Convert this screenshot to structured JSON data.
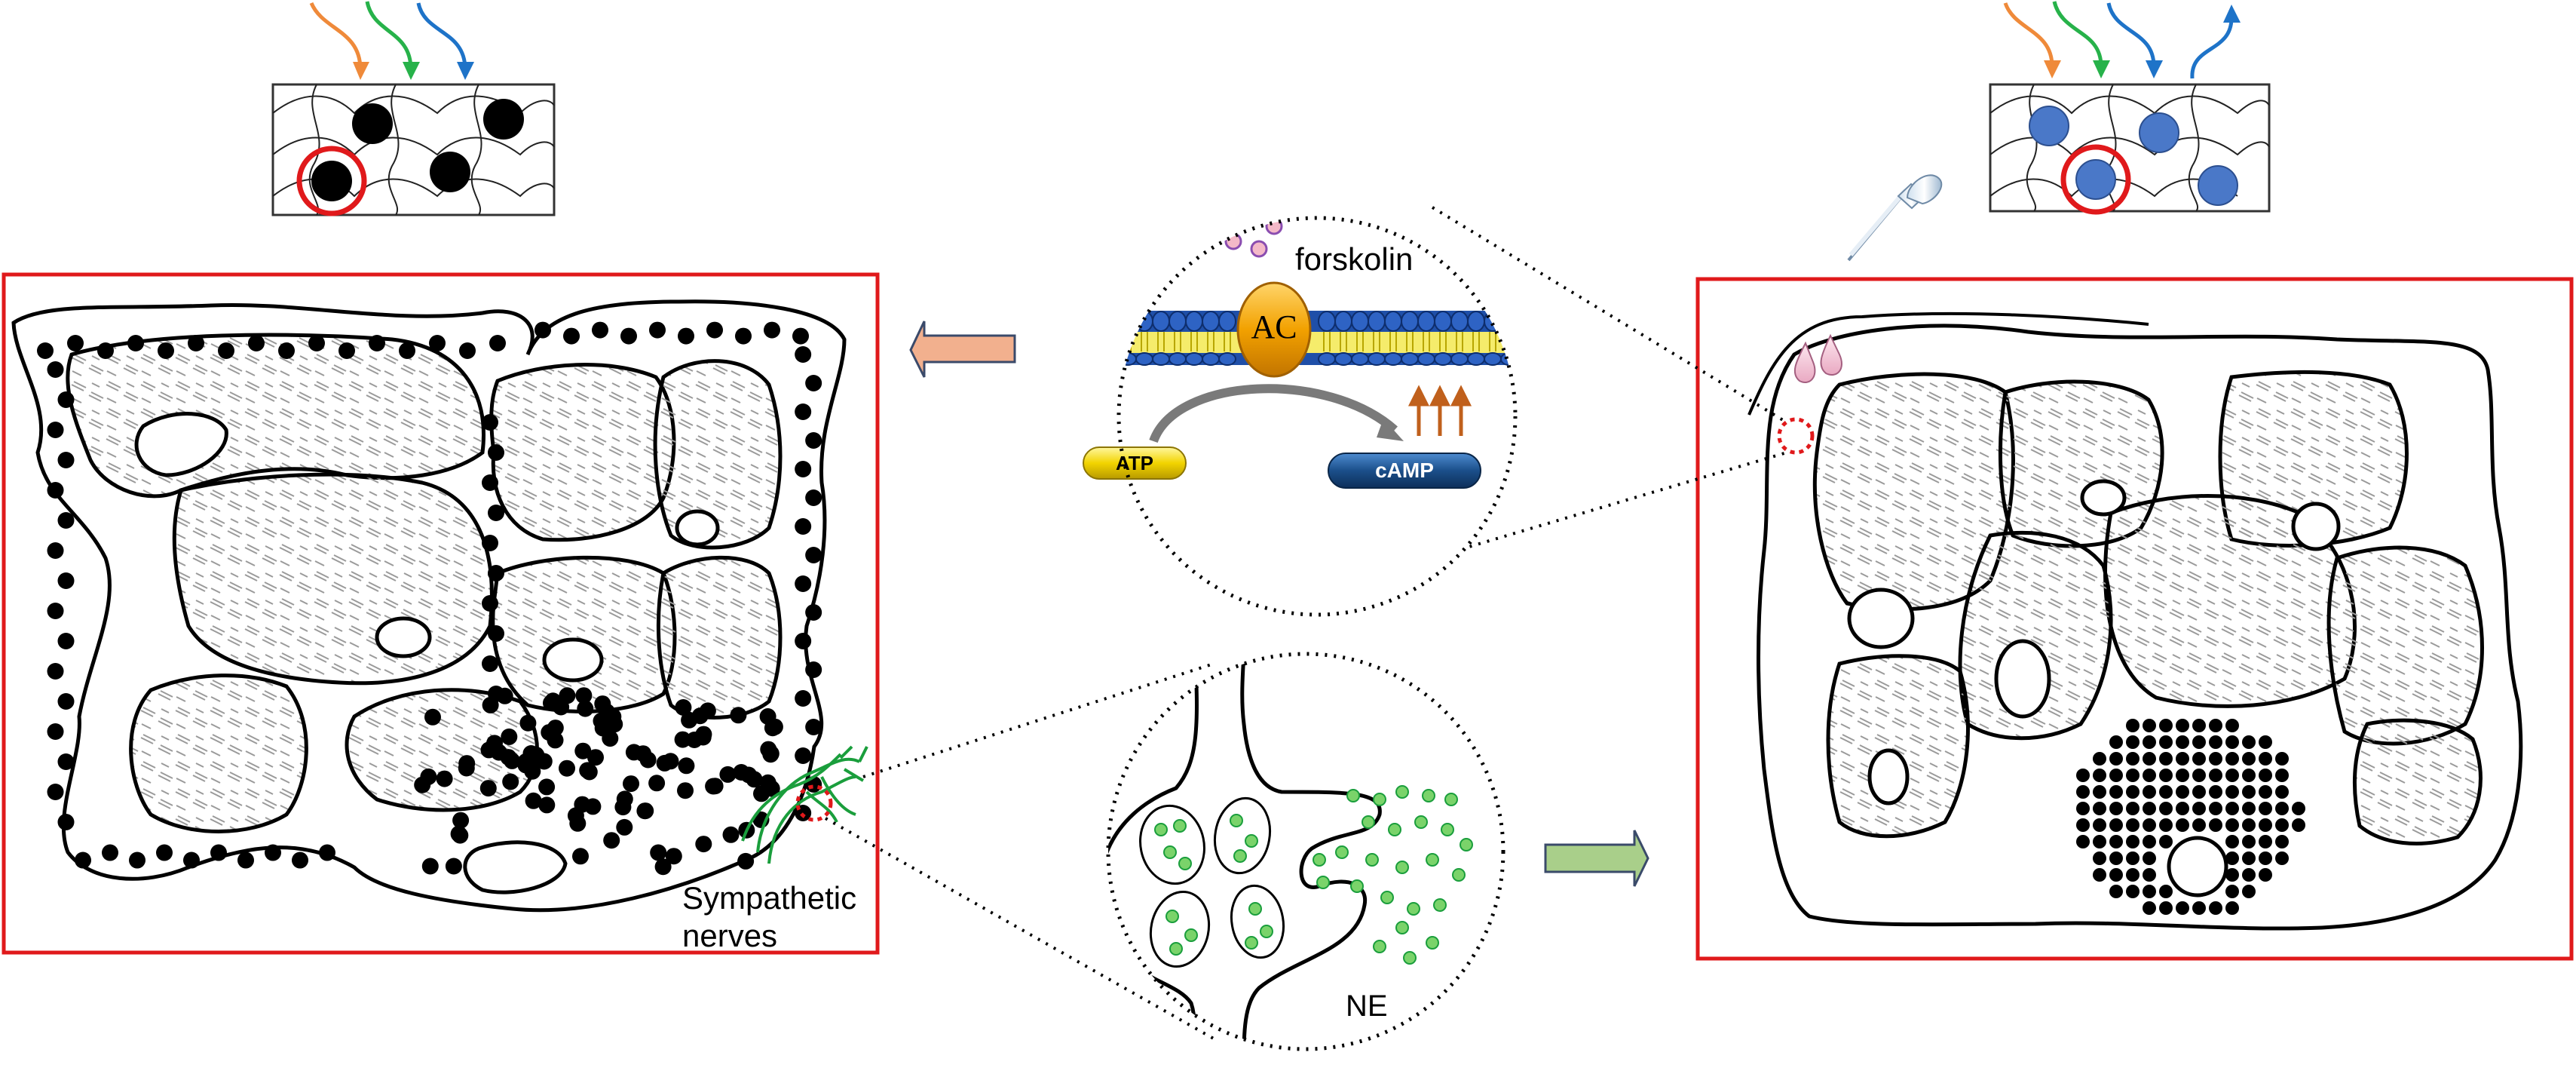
{
  "labels": {
    "forskolin": "forskolin",
    "enzyme": "AC",
    "substrate": "ATP",
    "product": "cAMP",
    "nerves_line1": "Sympathetic",
    "nerves_line2": "nerves",
    "neurotransmitter": "NE"
  },
  "colors": {
    "frame_red": "#e0191b",
    "marker_red": "#e0191b",
    "arrow_salmon": "#f2b08e",
    "arrow_green": "#a9cf8a",
    "arrow_border": "#3a4a6a",
    "nerve_green": "#1a9e3c",
    "vesicle_green": "#7ad36a",
    "membrane_blue": "#1f4fa8",
    "lipid_yellow": "#f5ec6b",
    "enzyme_orange": "#f0a000",
    "atp_yellow": "#f2d400",
    "camp_blue": "#1b4f8a",
    "droplet_pink": "#f2c6d8",
    "particle_pink": "#f4b9c8",
    "particle_ring": "#8a4db0",
    "lipid_blue_cell": "#4a78c8",
    "light_orange": "#ef8a3a",
    "light_green": "#27b24a",
    "light_blue": "#1e73c8",
    "camp_arrow_brown": "#c0601c",
    "tissue_fill": "#f2f2f2"
  },
  "icons": [
    "forskolin-particle-icon",
    "pipette-icon",
    "droplet-icon",
    "enzyme-ac-icon",
    "increase-arrows-icon",
    "left-block-arrow-icon",
    "right-block-arrow-icon",
    "incoming-light-arrow-icon",
    "outgoing-light-arrow-icon"
  ]
}
